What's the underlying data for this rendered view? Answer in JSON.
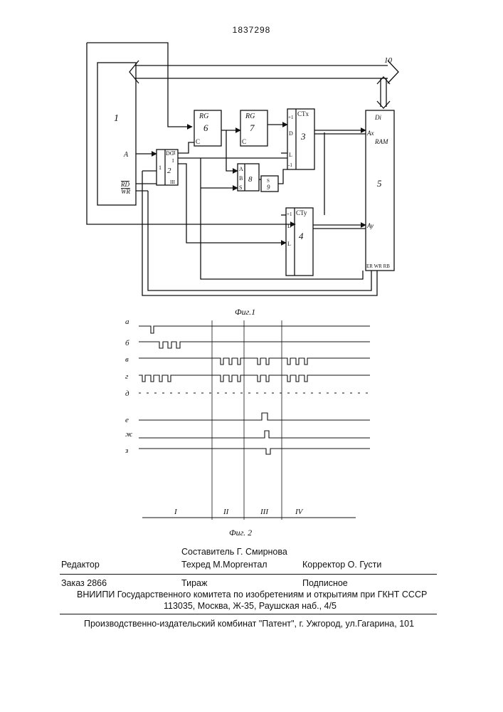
{
  "doc_number": "1837298",
  "fig1": {
    "caption": "Фиг.1",
    "bus_label": "10",
    "block1_label": "1",
    "reg6_label": "RG",
    "reg6_num": "6",
    "reg6_clock": "C",
    "reg7_label": "RG",
    "reg7_num": "7",
    "reg7_clock": "C",
    "ctr3_label": "CTx",
    "ctr3_num": "3",
    "ctr3_pins": [
      "+1",
      "D",
      "L",
      "-1"
    ],
    "dc_label": "DC",
    "dc_num": "2",
    "dc_outputs": [
      "II",
      "I",
      "III"
    ],
    "dc_input": "1",
    "logic8_pins": [
      "A",
      "B",
      "S"
    ],
    "logic8_num": "8",
    "block9_label": "S",
    "block9_num": "9",
    "ctr4_label": "CTy",
    "ctr4_num": "4",
    "ctr4_pins": [
      "+1",
      "D",
      "L"
    ],
    "ram_label": "RAM",
    "ram_num": "5",
    "ram_data": "Di",
    "ram_ax": "Ax",
    "ram_ay": "Ay",
    "ram_ctrl": "ER WR RB",
    "sig_a": "A",
    "sig_rd": "RD",
    "sig_wr": "WR"
  },
  "fig2": {
    "caption": "Фиг. 2",
    "rows": [
      "а",
      "б",
      "в",
      "г",
      "д",
      "е",
      "ж",
      "з"
    ],
    "phases": [
      "I",
      "II",
      "III",
      "IV"
    ]
  },
  "footer": {
    "editor": "Редактор",
    "compiler": "Составитель  Г. Смирнова",
    "techred": "Техред М.Моргентал",
    "corrector": "Корректор    О. Густи",
    "order": "Заказ  2866",
    "circulation": "Тираж",
    "subscription": "Подписное",
    "vniipi": "ВНИИПИ Государственного комитета по изобретениям и открытиям при ГКНТ СССР",
    "address": "113035, Москва, Ж-35, Раушская наб., 4/5",
    "publisher": "Производственно-издательский комбинат \"Патент\", г. Ужгород, ул.Гагарина, 101"
  }
}
